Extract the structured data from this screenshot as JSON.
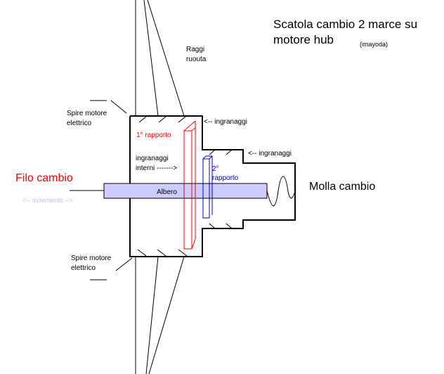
{
  "title": {
    "line1": "Scatola cambio 2 marce su",
    "line2": "motore hub",
    "author": "(imayoda)"
  },
  "labels": {
    "raggi_1": "Raggi",
    "raggi_2": "ruouta",
    "spire_top_1": "Spire motore",
    "spire_top_2": "elettrico",
    "spire_bottom_1": "Spire motore",
    "spire_bottom_2": "elettrico",
    "ingranaggi_top": "<-- ingranaggi",
    "ingranaggi_right": "<-- ingranaggi",
    "interni_1": "ingranaggi",
    "interni_2": "interni ------->",
    "rapporto_1": "1° rapporto",
    "rapporto_2_line1": "2°",
    "rapporto_2_line2": "rapporto",
    "albero": "Albero",
    "filo_cambio": "Filo cambio",
    "movimento": "<-- movimento -->",
    "molla_cambio": "Molla cambio"
  },
  "colors": {
    "red": "#ff0000",
    "blue": "#0000cc",
    "shaft_fill": "#ccccff",
    "movement_text": "#b8c4ff",
    "line": "#000000"
  }
}
